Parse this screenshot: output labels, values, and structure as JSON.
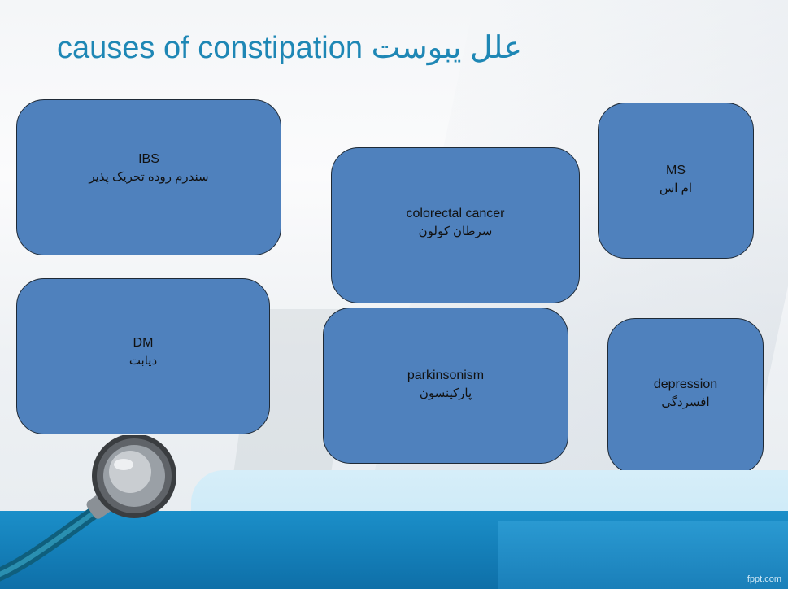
{
  "title": "causes of constipation علل یبوست",
  "boxes": {
    "ibs": {
      "en": "IBS",
      "fa": "سندرم روده تحریک پذیر"
    },
    "colorectal": {
      "en": "colorectal cancer",
      "fa": "سرطان کولون"
    },
    "ms": {
      "en": "MS",
      "fa": "ام اس"
    },
    "dm": {
      "en": "DM",
      "fa": "دیابت"
    },
    "parkinsonism": {
      "en": "parkinsonism",
      "fa": "پارکینسون"
    },
    "depression": {
      "en": "depression",
      "fa": "افسردگی"
    }
  },
  "footer": "fppt.com",
  "colors": {
    "title": "#1e87b5",
    "box_fill": "#4f81bd",
    "box_border": "#1f2a36",
    "band": "#1b8fc9"
  }
}
